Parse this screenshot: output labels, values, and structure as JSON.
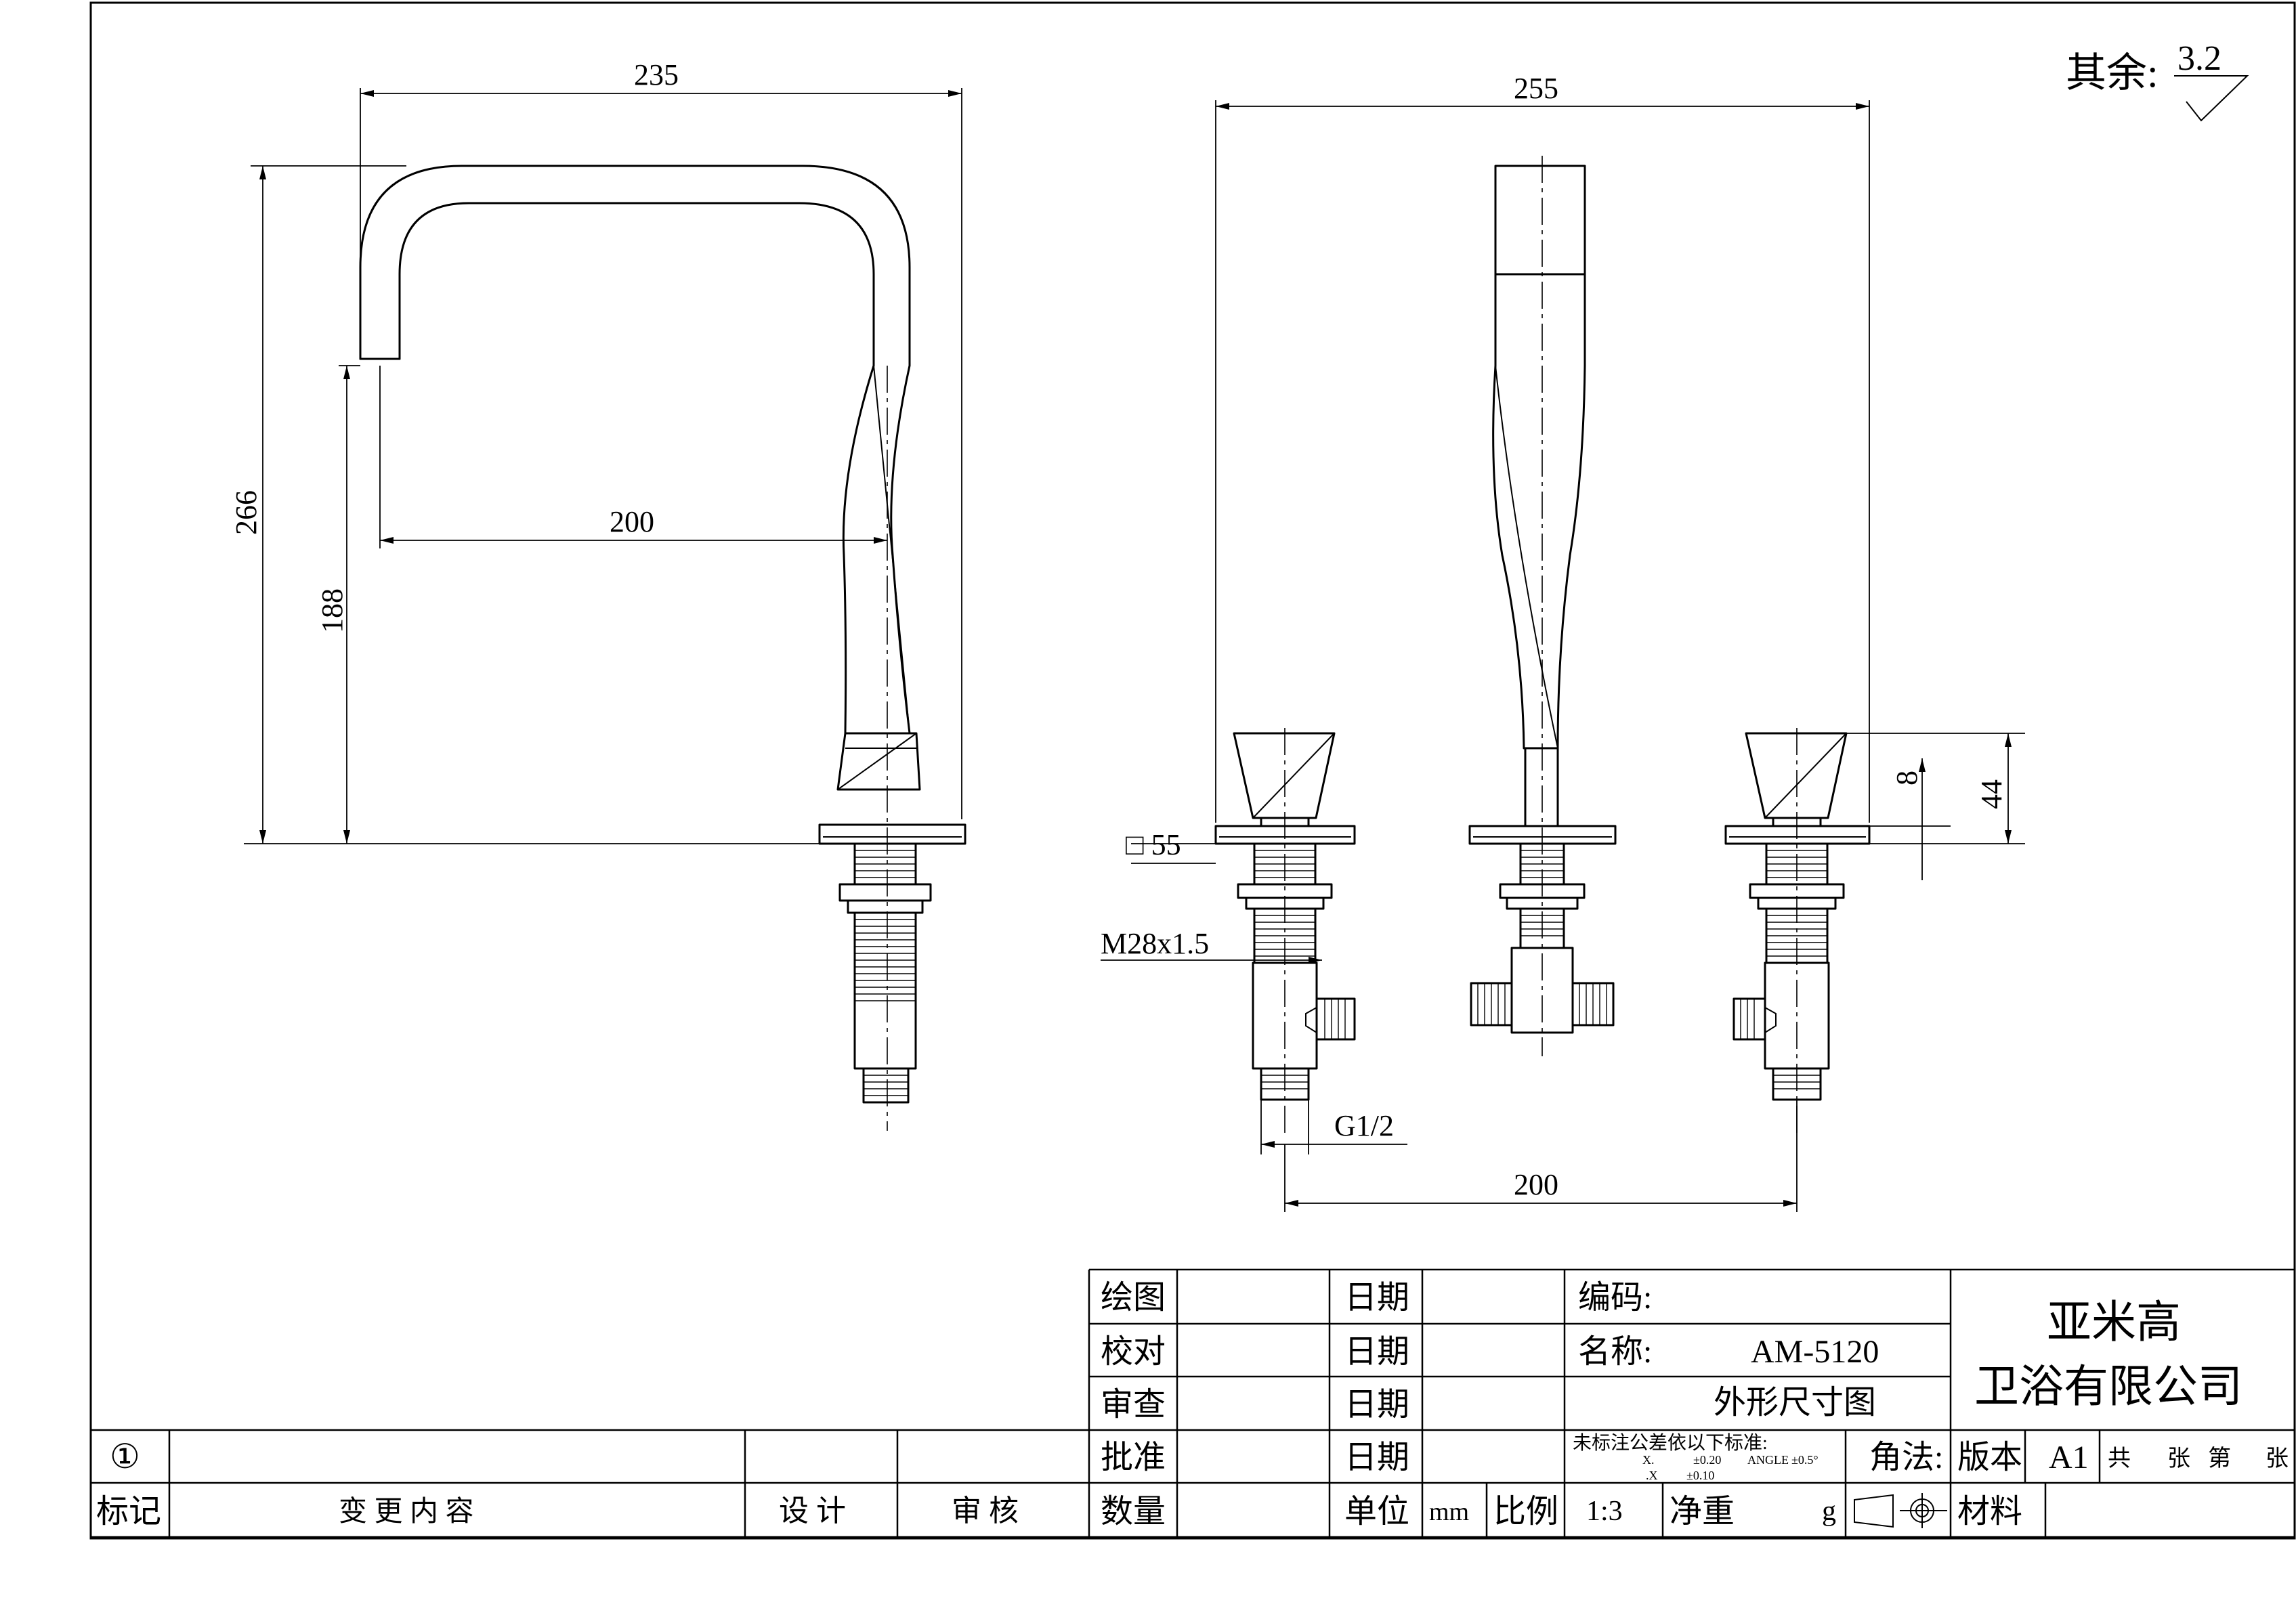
{
  "surface_note": {
    "label": "其余:",
    "roughness": "3.2"
  },
  "dimensions": {
    "spout_reach_overall": "235",
    "spout_height_overall": "266",
    "spout_outlet_height": "188",
    "spout_projection": "200",
    "set_width": "255",
    "plate_size": "□ 55",
    "thread_spec": "M28x1.5",
    "inlet_thread": "G1/2",
    "handle_height": "44",
    "plate_thickness": "8",
    "valve_spacing": "200"
  },
  "title_block": {
    "drawn_label": "绘图",
    "checked_label": "校对",
    "reviewed_label": "审查",
    "approved_label": "批准",
    "quantity_label": "数量",
    "date_label": "日期",
    "code_label": "编码:",
    "name_label": "名称:",
    "model": "AM-5120",
    "drawing_title": "外形尺寸图",
    "company_line1": "亚米高",
    "company_line2": "卫浴有限公司",
    "tolerance_note": "未标注公差依以下标准:",
    "tol_x": "X.",
    "tol_x_value": "±0.20",
    "tol_angle": "ANGLE",
    "tol_angle_value": "±0.5°",
    "tol_xx": ".X",
    "tol_xx_value": "±0.10",
    "projection_label": "角法:",
    "version_label": "版本",
    "version_value": "A1",
    "sheet_total": "共",
    "sheet_label": "张",
    "sheet_no": "第",
    "sheet_label2": "张",
    "unit_label": "单位",
    "unit_value": "mm",
    "scale_label": "比例",
    "scale_value": "1:3",
    "weight_label": "净重",
    "weight_unit": "g",
    "material_label": "材料",
    "revision_mark": "①",
    "mark_label": "标记",
    "change_label": "变 更 内 容",
    "design_label": "设 计",
    "audit_label": "审 核"
  }
}
